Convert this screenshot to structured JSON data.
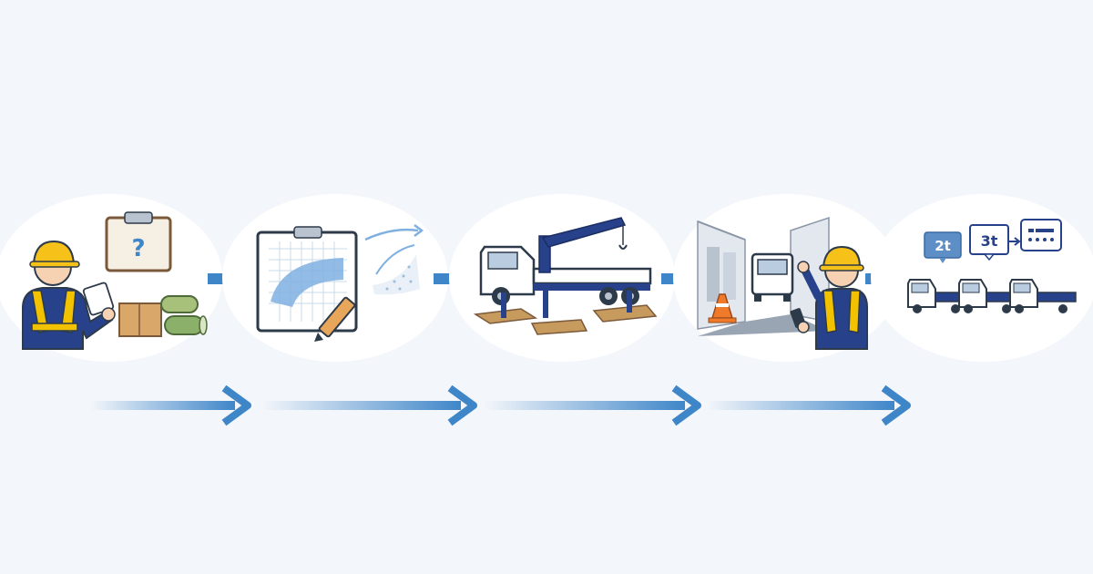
{
  "colors": {
    "background": "#f3f6fa",
    "bubble": "#ffffff",
    "accent_blue": "#3f86c9",
    "navy": "#27418a",
    "helmet_yellow": "#f6c21a",
    "vest_yellow": "#f2c200",
    "outline": "#2d3a4a"
  },
  "steps": [
    {
      "name": "inspection-and-planning",
      "icons": [
        "worker-icon",
        "clipboard-question-icon",
        "cargo-icon"
      ]
    },
    {
      "name": "lift-planning",
      "icons": [
        "blueprint-clipboard-icon",
        "pencil-icon",
        "swing-path-icon"
      ]
    },
    {
      "name": "crane-setup",
      "icons": [
        "crane-truck-icon",
        "outrigger-mat-icon"
      ]
    },
    {
      "name": "site-access-check",
      "icons": [
        "alley-icon",
        "truck-front-icon",
        "traffic-cone-icon",
        "guide-worker-icon"
      ]
    },
    {
      "name": "truck-size-selection",
      "icons": [
        "truck-fleet-icon"
      ]
    }
  ],
  "truck_sizes": {
    "size_a": "2t",
    "size_b": "3t"
  }
}
